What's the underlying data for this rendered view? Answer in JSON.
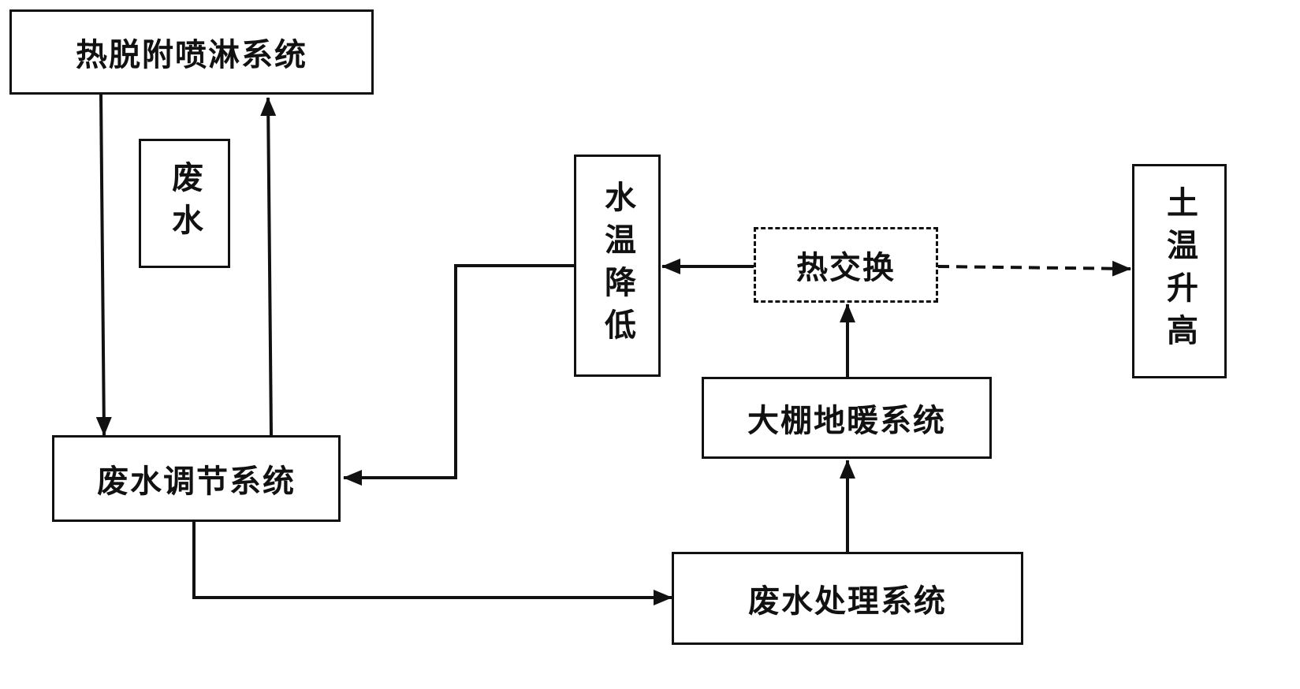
{
  "nodes": {
    "thermal_desorption_spray": "热脱附喷淋系统",
    "wastewater_label": "废水",
    "water_temp_drop": "水温降低",
    "heat_exchange": "热交换",
    "soil_temp_rise": "土温升高",
    "wastewater_regulation": "废水调节系统",
    "greenhouse_floor_heating": "大棚地暖系统",
    "wastewater_treatment": "废水处理系统"
  },
  "edges": [
    {
      "from": "thermal_desorption_spray",
      "to": "wastewater_regulation",
      "style": "solid"
    },
    {
      "from": "wastewater_regulation",
      "to": "thermal_desorption_spray",
      "style": "solid"
    },
    {
      "from": "wastewater_regulation",
      "to": "wastewater_treatment",
      "style": "solid"
    },
    {
      "from": "wastewater_treatment",
      "to": "greenhouse_floor_heating",
      "style": "solid"
    },
    {
      "from": "greenhouse_floor_heating",
      "to": "heat_exchange",
      "style": "solid"
    },
    {
      "from": "heat_exchange",
      "to": "water_temp_drop",
      "style": "solid"
    },
    {
      "from": "heat_exchange",
      "to": "soil_temp_rise",
      "style": "dashed"
    },
    {
      "from": "water_temp_drop",
      "to": "wastewater_regulation",
      "style": "solid"
    }
  ],
  "colors": {
    "stroke": "#111111",
    "background": "#ffffff"
  }
}
